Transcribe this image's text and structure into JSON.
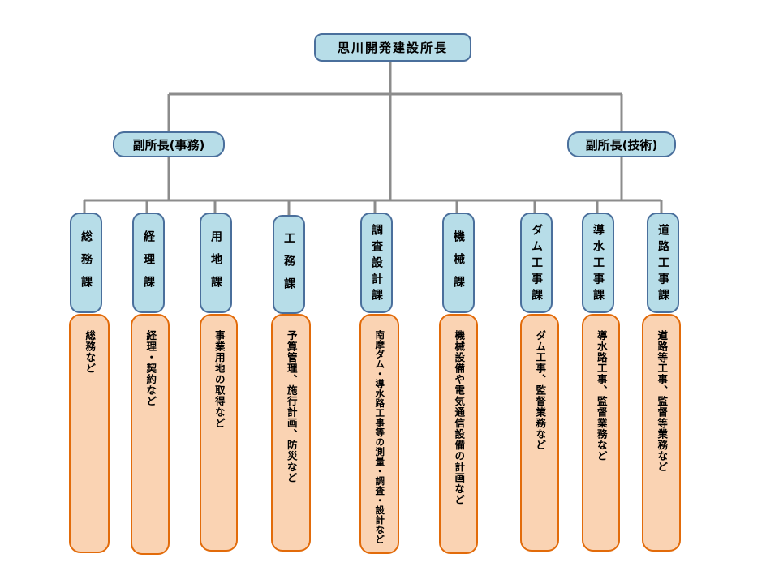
{
  "director": {
    "title": "思川開発建設所長"
  },
  "deputies": [
    {
      "title": "副所長(事務)"
    },
    {
      "title": "副所長(技術)"
    }
  ],
  "departments": [
    {
      "name": "総務課",
      "duties": "総務など"
    },
    {
      "name": "経理課",
      "duties": "経理・契約など"
    },
    {
      "name": "用地課",
      "duties": "事業用地の取得など"
    },
    {
      "name": "工務課",
      "duties": "予算管理、施行計画、防災など"
    },
    {
      "name": "調査設計課",
      "duties": "南摩ダム・導水路工事等の測量・調査・設計など"
    },
    {
      "name": "機械課",
      "duties": "機械設備や電気通信設備の計画など"
    },
    {
      "name": "ダム工事課",
      "duties": "ダム工事、監督業務など"
    },
    {
      "name": "導水工事課",
      "duties": "導水路工事、監督業務など"
    },
    {
      "name": "道路工事課",
      "duties": "道路等工事、監督等業務など"
    }
  ],
  "colors": {
    "line": "#8c8c8c",
    "box_fill_blue": "#b7dde8",
    "box_border_blue": "#4a6f9c",
    "box_fill_orange": "#fad3b3",
    "box_border_orange": "#e26b0a"
  }
}
